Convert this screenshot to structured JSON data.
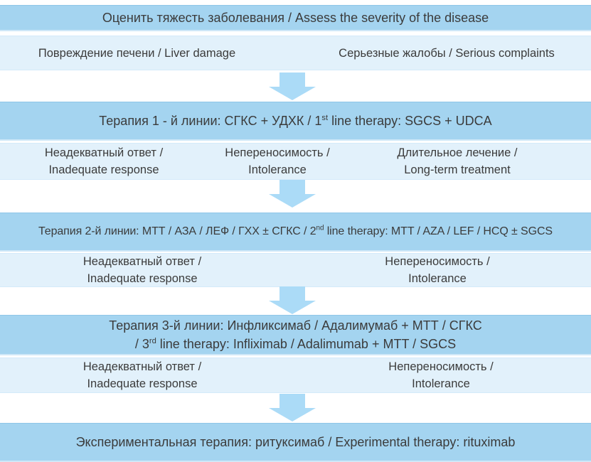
{
  "colors": {
    "band_medium": "#a4d4f0",
    "band_light": "#e2f1fb",
    "arrow": "#abdbf7",
    "text": "#3b3b3b",
    "page_background": "#ffffff"
  },
  "assess": {
    "title": "Оценить тяжесть заболевания / Assess the severity of the disease"
  },
  "assess_branches": {
    "left": "Повреждение печени / Liver damage",
    "right": "Серьезные жалобы / Serious complaints"
  },
  "therapy1": {
    "pre": "Терапия 1 - й линии: СГКС + УДХК / 1",
    "sup": "st",
    "post": " line therapy: SGCS + UDCA"
  },
  "therapy1_branches": {
    "items": [
      {
        "ru": "Неадекватный ответ /",
        "en": "Inadequate response"
      },
      {
        "ru": "Непереносимость /",
        "en": "Intolerance"
      },
      {
        "ru": "Длительное лечение /",
        "en": "Long-term treatment"
      }
    ]
  },
  "therapy2": {
    "pre": "Терапия 2-й линии: МТТ / АЗА / ЛЕФ / ГХХ ± СГКС / 2",
    "sup": "nd",
    "post": " line therapy: MTT / AZA / LEF / HCQ ± SGCS"
  },
  "therapy2_branches": {
    "items": [
      {
        "ru": "Неадекватный ответ /",
        "en": "Inadequate response"
      },
      {
        "ru": "Непереносимость /",
        "en": "Intolerance"
      }
    ]
  },
  "therapy3": {
    "line1": "Терапия 3-й линии: Инфликсимаб / Адалимумаб + МТТ / СГКС",
    "line2_pre": "/ 3",
    "line2_sup": "rd",
    "line2_post": " line therapy: Infliximab / Adalimumab + MTT / SGCS"
  },
  "therapy3_branches": {
    "items": [
      {
        "ru": "Неадекватный ответ /",
        "en": "Inadequate response"
      },
      {
        "ru": "Непереносимость /",
        "en": "Intolerance"
      }
    ]
  },
  "experimental": {
    "title": "Экспериментальная терапия: ритуксимаб / Experimental therapy: rituximab"
  }
}
